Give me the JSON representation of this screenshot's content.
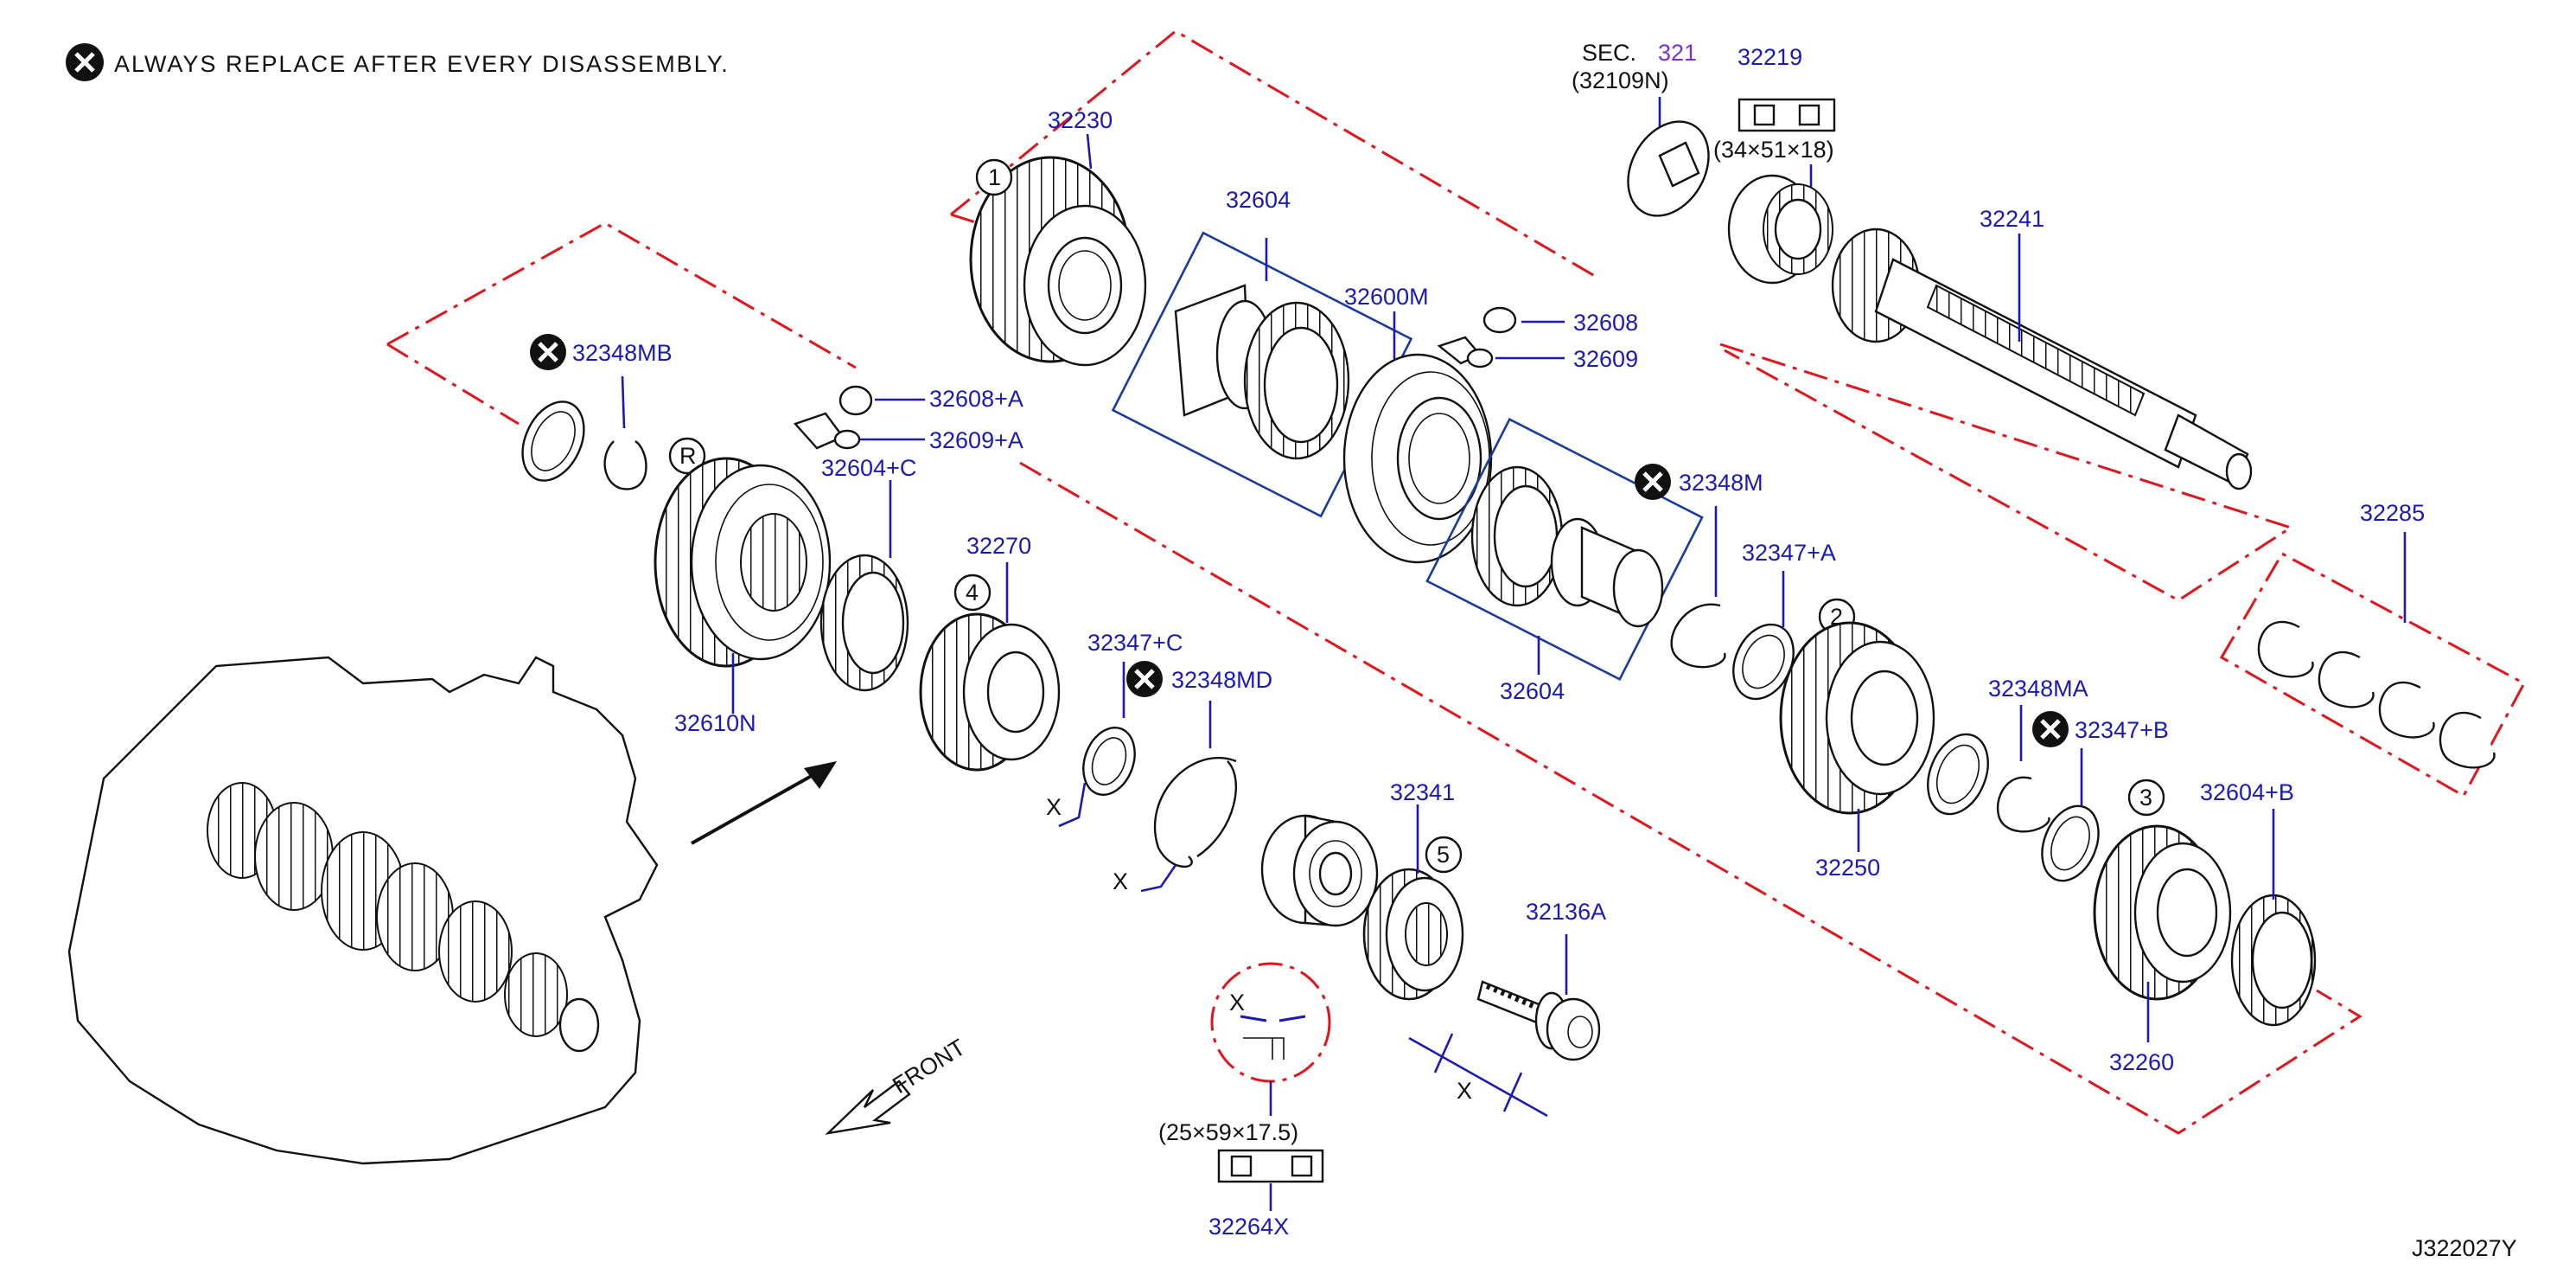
{
  "notice": {
    "text": "ALWAYS REPLACE AFTER EVERY DISASSEMBLY."
  },
  "diagram_id": "J322027Y",
  "front_label": "FRONT",
  "sec_ref": {
    "sec": "SEC.",
    "num": "321",
    "sub": "(32109N)"
  },
  "dimensions": {
    "d_32219": "(34×51×18)",
    "d_32264X": "(25×59×17.5)"
  },
  "parts": {
    "p32230": "32230",
    "p32604_top": "32604",
    "p32600M": "32600M",
    "p32608": "32608",
    "p32609": "32609",
    "p32219": "32219",
    "p32241": "32241",
    "p32348MB": "32348MB",
    "p32608A": "32608+A",
    "p32609A": "32609+A",
    "p32604C": "32604+C",
    "p32610N": "32610N",
    "p32270": "32270",
    "p32347C": "32347+C",
    "p32348MD": "32348MD",
    "p32341": "32341",
    "p32136A": "32136A",
    "p32264X": "32264X",
    "p32348M": "32348M",
    "p32347A": "32347+A",
    "p32604_bot": "32604",
    "p32250": "32250",
    "p32348MA": "32348MA",
    "p32347B": "32347+B",
    "p32604B": "32604+B",
    "p32260": "32260",
    "p32285": "32285"
  },
  "markers": {
    "m1": "1",
    "m2": "2",
    "m3": "3",
    "m4": "4",
    "m5": "5",
    "mR": "R",
    "x": "X"
  }
}
